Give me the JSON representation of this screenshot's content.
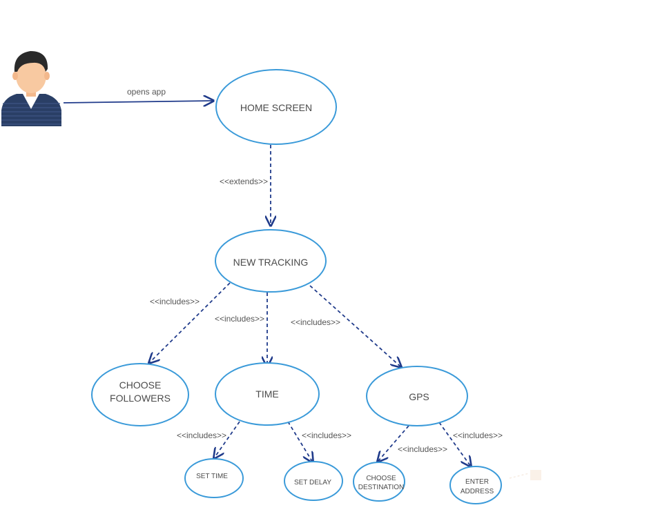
{
  "colors": {
    "node_stroke": "#3a9ad9",
    "edge": "#1f3a8a",
    "text": "#4a4a4a",
    "skin": "#f8c9a1",
    "hair": "#2a2a2a",
    "shirt": "#2a3f66",
    "collar": "#ffffff"
  },
  "actor": {
    "icon": "user-avatar-icon"
  },
  "nodes": {
    "home": {
      "label": "HOME SCREEN"
    },
    "new_tracking": {
      "label": "NEW TRACKING"
    },
    "choose_followers": {
      "line1": "CHOOSE",
      "line2": "FOLLOWERS"
    },
    "time": {
      "label": "TIME"
    },
    "gps": {
      "label": "GPS"
    },
    "set_time": {
      "label": "SET TIME"
    },
    "set_delay": {
      "label": "SET DELAY"
    },
    "choose_destination": {
      "line1": "CHOOSE",
      "line2": "DESTINATION"
    },
    "enter_address": {
      "line1": "ENTER",
      "line2": "ADDRESS"
    }
  },
  "edges": {
    "opens_app": "opens app",
    "extends": "<<extends>>",
    "includes_followers": "<<includes>>",
    "includes_time": "<<includes>>",
    "includes_gps": "<<includes>>",
    "includes_set_time": "<<includes>>",
    "includes_set_delay": "<<includes>>",
    "includes_destination": "<<includes>>",
    "includes_address": "<<includes>>"
  }
}
